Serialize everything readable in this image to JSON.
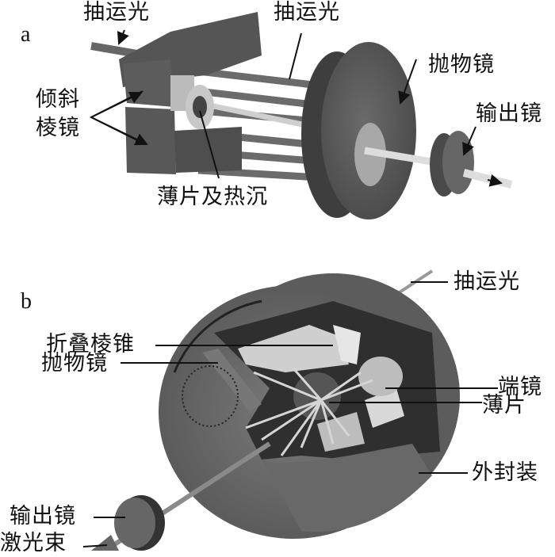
{
  "panel_a": {
    "letter": "a",
    "labels": {
      "pump_light_left": "抽运光",
      "pump_light_right": "抽运光",
      "tilted_prism_line1": "倾斜",
      "tilted_prism_line2": "棱镜",
      "disk_heatsink": "薄片及热沉",
      "parabolic_mirror": "抛物镜",
      "output_mirror": "输出镜"
    }
  },
  "panel_b": {
    "letter": "b",
    "labels": {
      "pump_light": "抽运光",
      "folding_prism": "折叠棱锥",
      "parabolic_mirror": "抛物镜",
      "end_mirror": "端镜",
      "thin_disk": "薄片",
      "outer_package": "外封装",
      "output_mirror": "输出镜",
      "laser_beam": "激光束"
    }
  }
}
